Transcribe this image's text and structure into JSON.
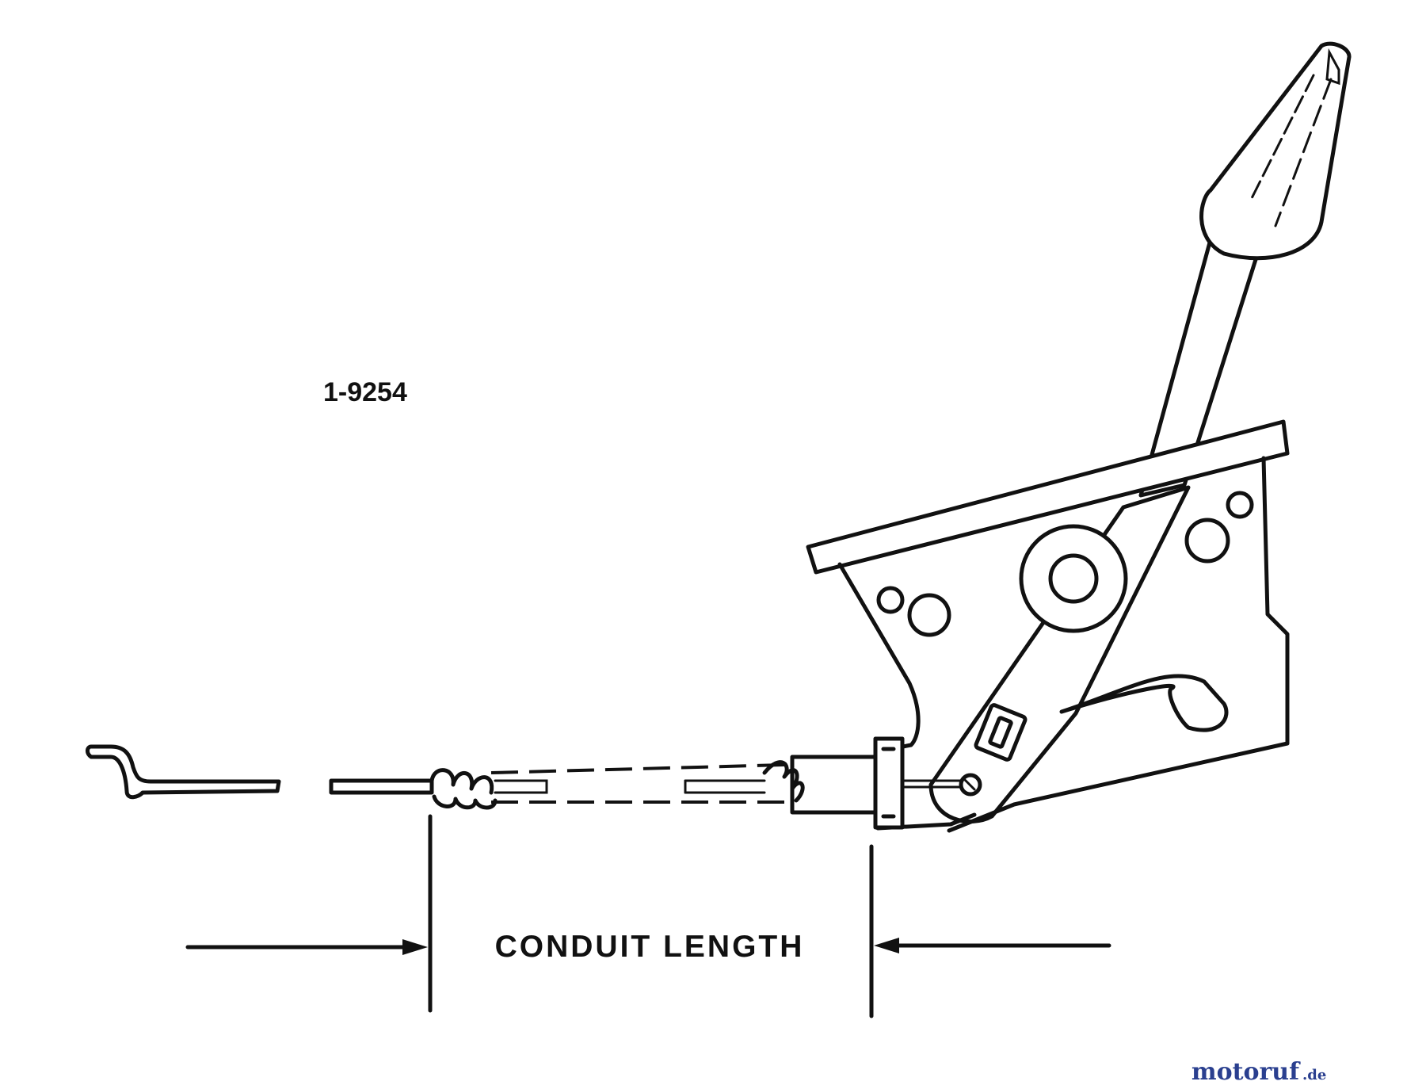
{
  "diagram": {
    "part_number": "1-9254",
    "dimension_label": "CONDUIT LENGTH"
  },
  "watermark": {
    "brand": "motoruf",
    "tld": ".de",
    "colors": {
      "primary": "#2a3f8f",
      "accent": "#e8a020"
    }
  }
}
